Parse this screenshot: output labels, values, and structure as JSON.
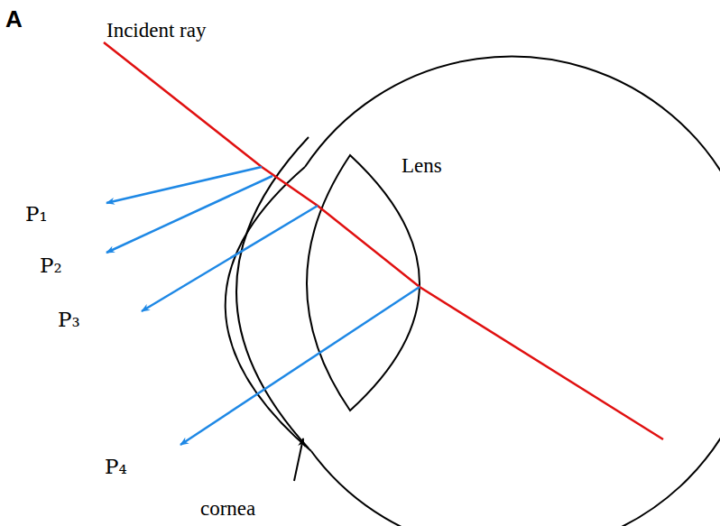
{
  "diagram": {
    "labels": [
      "A",
      "Incident ray",
      "Lens",
      "P₁",
      "P₂",
      "P₃",
      "P₄",
      "cornea"
    ]
  }
}
